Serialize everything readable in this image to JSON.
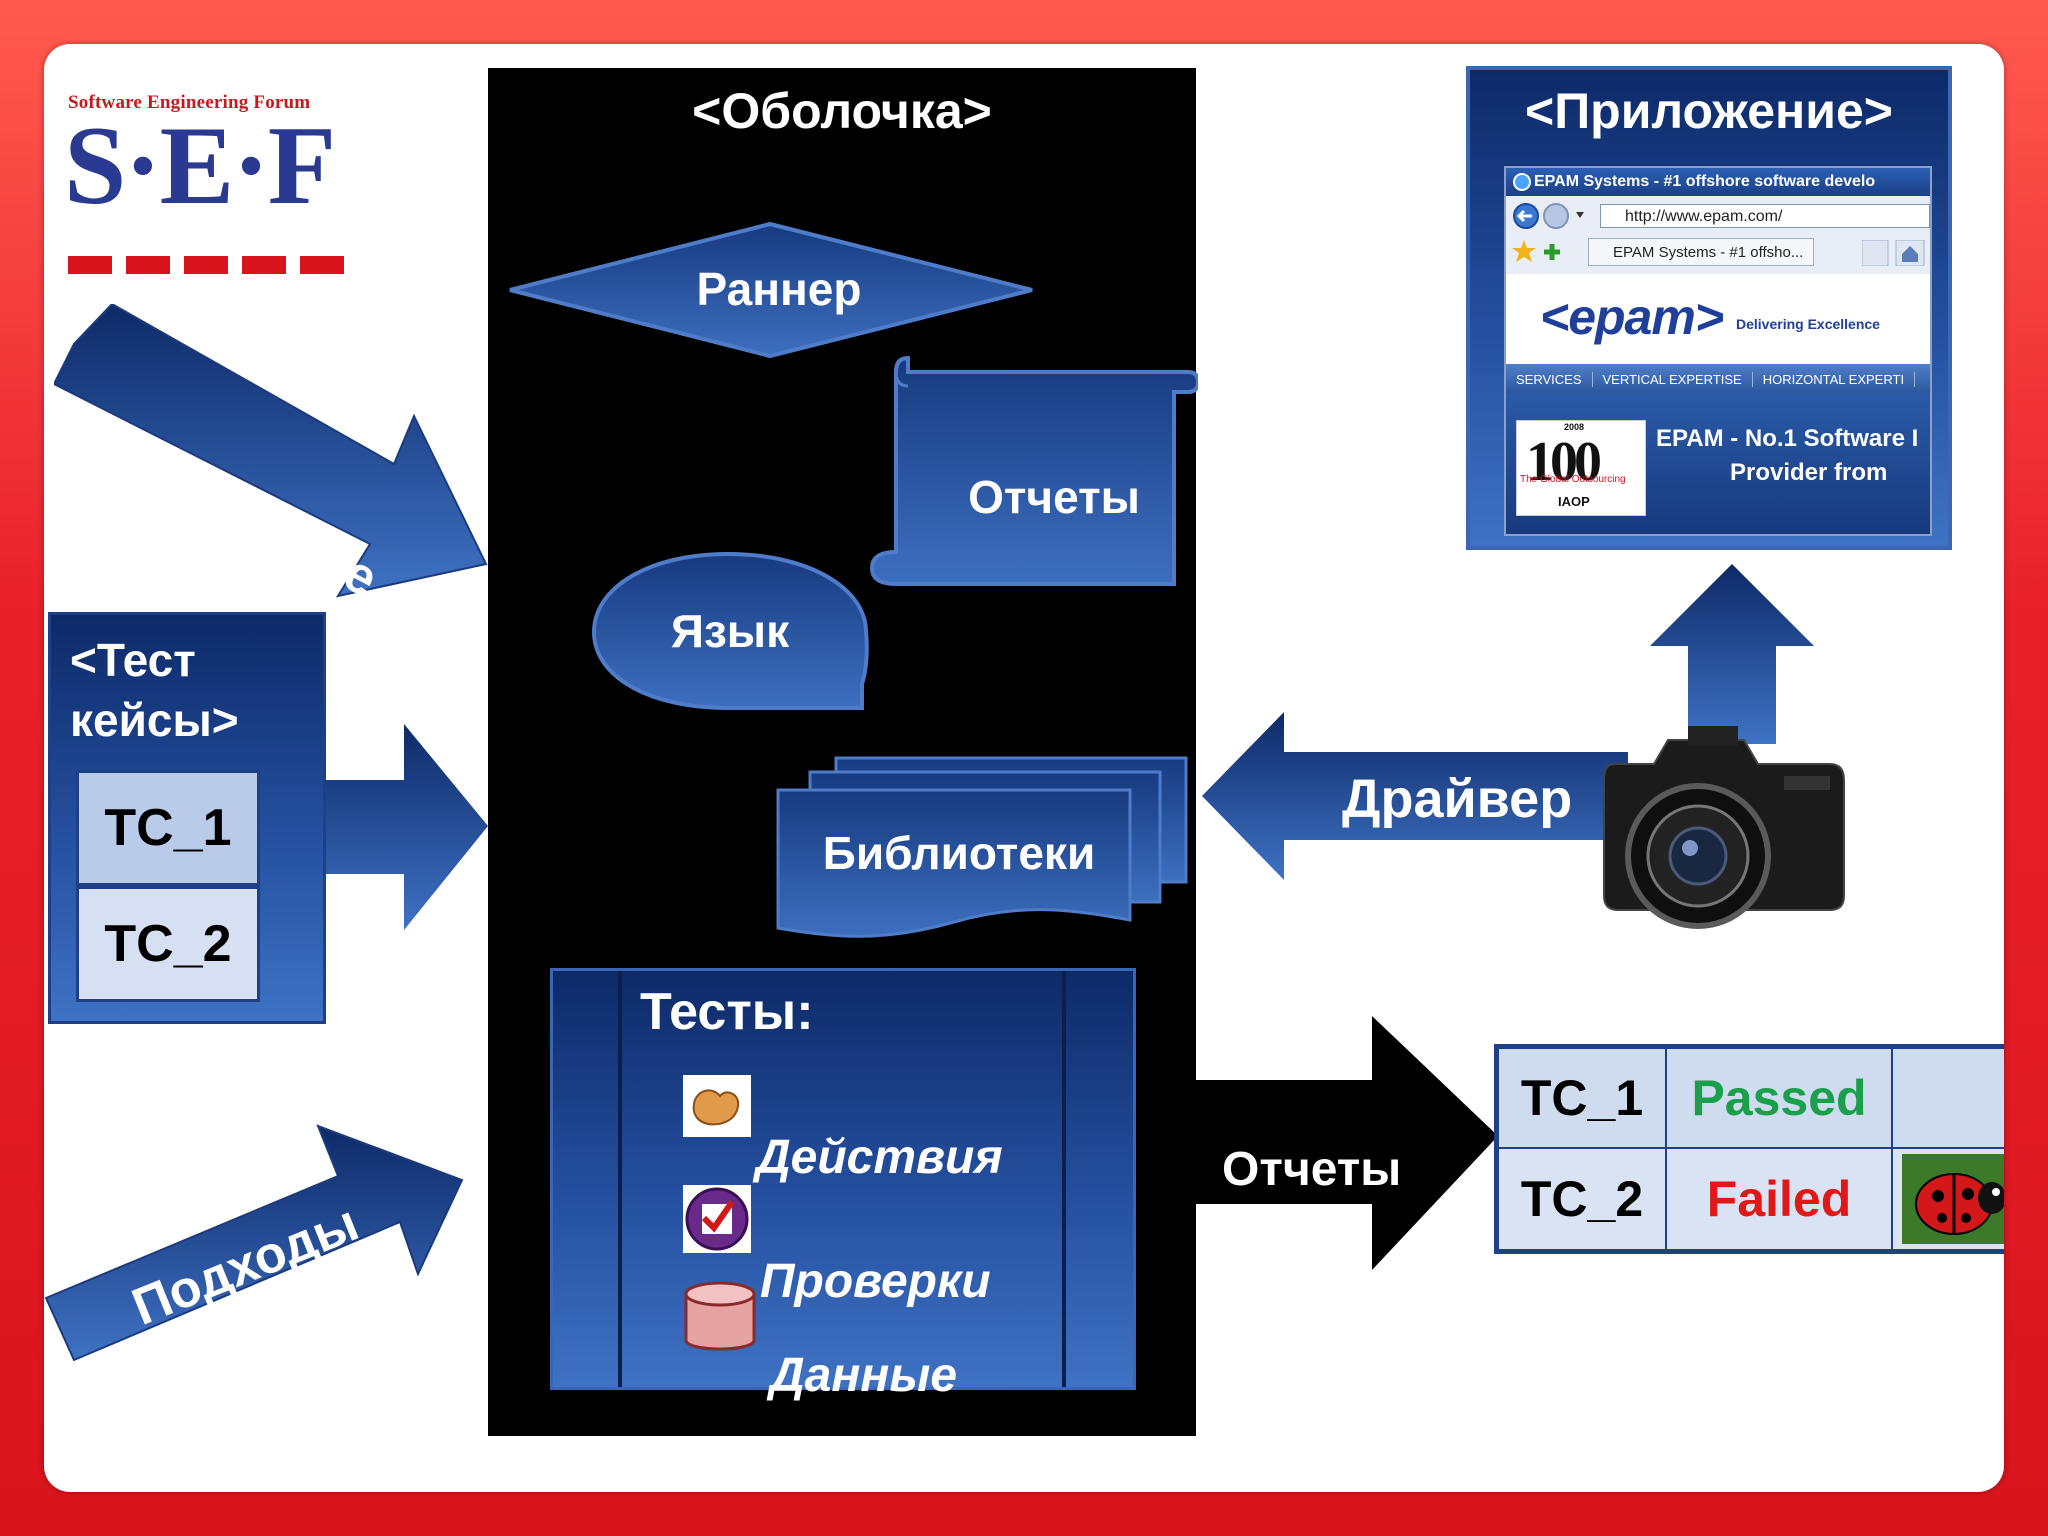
{
  "logo": {
    "top_text": "Software Engineering Forum",
    "letters": "S·E·F"
  },
  "shell": {
    "title": "<Оболочка>"
  },
  "shapes": {
    "runner": "Раннер",
    "reports": "Отчеты",
    "language": "Язык",
    "libraries": "Библиотеки"
  },
  "tests": {
    "title": "Тесты:",
    "items": [
      "Действия",
      "Проверки",
      "Данные"
    ]
  },
  "arrows": {
    "control": "Управление",
    "approaches": "Подходы",
    "driver": "Драйвер",
    "reports_out": "Отчеты"
  },
  "test_cases": {
    "title_line1": "<Тест",
    "title_line2": "кейсы>",
    "cases": [
      "TC_1",
      "TC_2"
    ]
  },
  "application": {
    "title": "<Приложение>",
    "browser": {
      "window_title": "EPAM Systems - #1 offshore software develo",
      "url": "http://www.epam.com/",
      "tab": "EPAM Systems - #1 offsho...",
      "logo": "<epam>",
      "tagline": "Delivering Excellence",
      "nav": [
        "SERVICES",
        "VERTICAL EXPERTISE",
        "HORIZONTAL EXPERTI"
      ],
      "badge_number": "100",
      "badge_year": "2008",
      "badge_caption": "The Global Outsourcing",
      "badge_org": "IAOP",
      "banner_line1": "EPAM - No.1 Software I",
      "banner_line2": "Provider from"
    }
  },
  "results": [
    {
      "case": "TC_1",
      "status": "Passed",
      "status_color": "#1aa04a"
    },
    {
      "case": "TC_2",
      "status": "Failed",
      "status_color": "#e01818"
    }
  ],
  "colors": {
    "frame": "#e8202a",
    "shape_blue": "#2a5aa8",
    "logo_blue": "#2b3a91",
    "logo_red": "#d8141c"
  }
}
